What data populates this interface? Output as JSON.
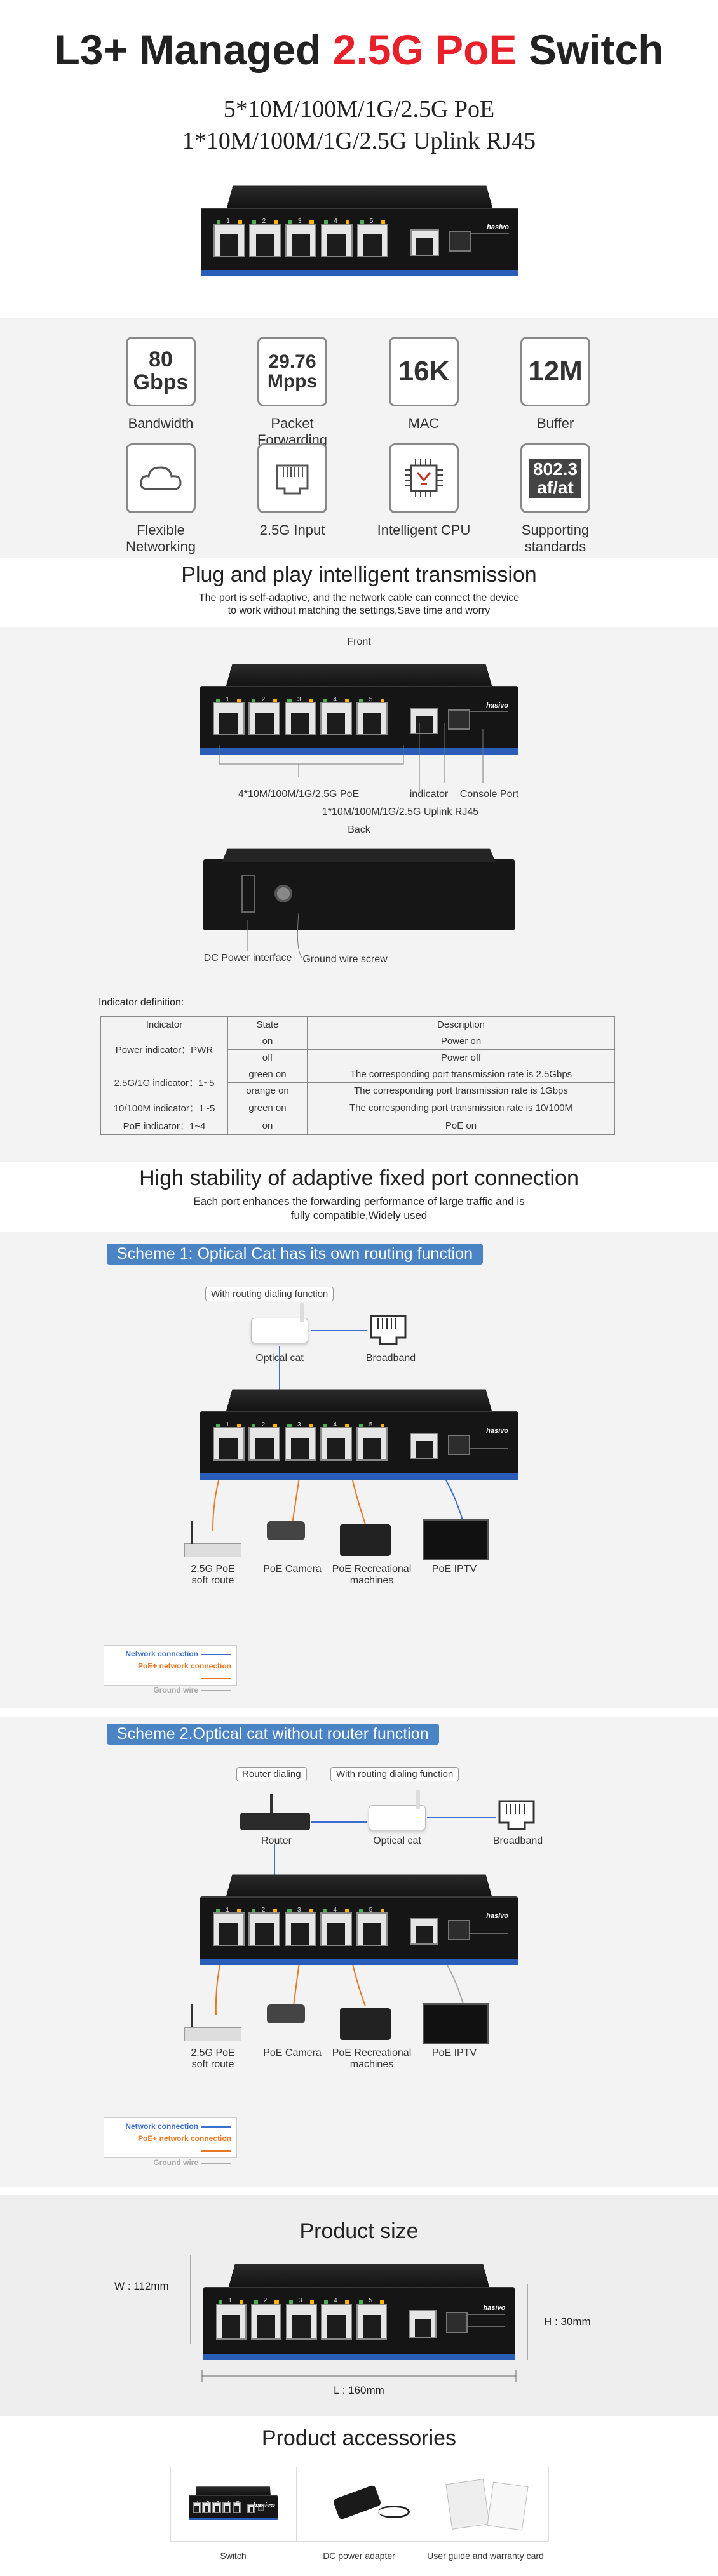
{
  "hero": {
    "title_a": "L3+ Managed",
    "title_b": "2.5G PoE",
    "title_c": "Switch",
    "line1": "5*10M/100M/1G/2.5G PoE",
    "line2": "1*10M/100M/1G/2.5G Uplink RJ45",
    "colors": {
      "accent": "#e8202a"
    }
  },
  "switch_labels": {
    "brand": "hasivo",
    "ports": [
      "1",
      "2",
      "3",
      "4",
      "5"
    ]
  },
  "specs": [
    {
      "value": "80\nGbps",
      "label": "Bandwidth"
    },
    {
      "value": "29.76\nMpps",
      "label": "Packet Forwarding"
    },
    {
      "value": "16K",
      "label": "MAC"
    },
    {
      "value": "12M",
      "label": "Buffer"
    },
    {
      "icon": "cloud-icon",
      "label": "Flexible Networking"
    },
    {
      "icon": "rj45-port-icon",
      "label": "2.5G Input"
    },
    {
      "icon": "cpu-chip-icon",
      "label": "Intelligent CPU"
    },
    {
      "value": "802.3\naf/at",
      "label": "Supporting standards"
    }
  ],
  "plug": {
    "title": "Plug and play intelligent transmission",
    "desc": "The port is self-adaptive, and the network cable can connect the device to work without matching the settings,Save time and worry",
    "front": "Front",
    "back": "Back",
    "ann_poe": "4*10M/100M/1G/2.5G PoE",
    "ann_uplink": "1*10M/100M/1G/2.5G Uplink RJ45",
    "ann_indicator": "indicator",
    "ann_console": "Console Port",
    "ann_dc": "DC Power interface",
    "ann_ground": "Ground wire screw",
    "ind_def": "Indicator definition:",
    "table_headers": [
      "Indicator",
      "State",
      "Description"
    ],
    "table_rows": [
      {
        "ind": "Power indicator：PWR",
        "state": "on",
        "desc": "Power on"
      },
      {
        "ind": "",
        "state": "off",
        "desc": "Power off"
      },
      {
        "ind": "2.5G/1G indicator：1~5",
        "state": "green on",
        "desc": "The corresponding port transmission rate is 2.5Gbps"
      },
      {
        "ind": "",
        "state": "orange on",
        "desc": "The corresponding port transmission rate is 1Gbps"
      },
      {
        "ind": "10/100M indicator：1~5",
        "state": "green on",
        "desc": "The corresponding port transmission rate is 10/100M"
      },
      {
        "ind": "PoE indicator：1~4",
        "state": "on",
        "desc": "PoE on"
      }
    ]
  },
  "stability": {
    "title": "High stability of adaptive fixed port connection",
    "desc1": "Each port enhances the forwarding performance of large traffic and is",
    "desc2": "fully compatible,Widely used"
  },
  "scheme1": {
    "tag": "Scheme 1: Optical Cat has its own routing function",
    "pill": "With routing dialing function",
    "optical_cat": "Optical cat",
    "broadband": "Broadband",
    "devices": [
      "2.5G PoE\nsoft route",
      "PoE Camera",
      "PoE Recreational\nmachines",
      "PoE IPTV"
    ]
  },
  "scheme2": {
    "tag": "Scheme 2.Optical cat without router function",
    "pill_router": "Router dialing",
    "pill_cat": "With routing dialing function",
    "router": "Router",
    "optical_cat": "Optical cat",
    "broadband": "Broadband",
    "devices": [
      "2.5G PoE\nsoft route",
      "PoE Camera",
      "PoE Recreational\nmachines",
      "PoE IPTV"
    ]
  },
  "legend": {
    "net": "Network connection",
    "poe": "PoE+ network connection",
    "ground": "Ground wire",
    "colors": {
      "net": "#3a6fcf",
      "poe": "#e87722",
      "ground": "#aaaaaa"
    }
  },
  "size": {
    "title": "Product size",
    "w": "W : 112mm",
    "h": "H : 30mm",
    "l": "L : 160mm"
  },
  "accessories": {
    "title": "Product accessories",
    "items": [
      "Switch",
      "DC power adapter",
      "User guide and warranty card"
    ]
  }
}
